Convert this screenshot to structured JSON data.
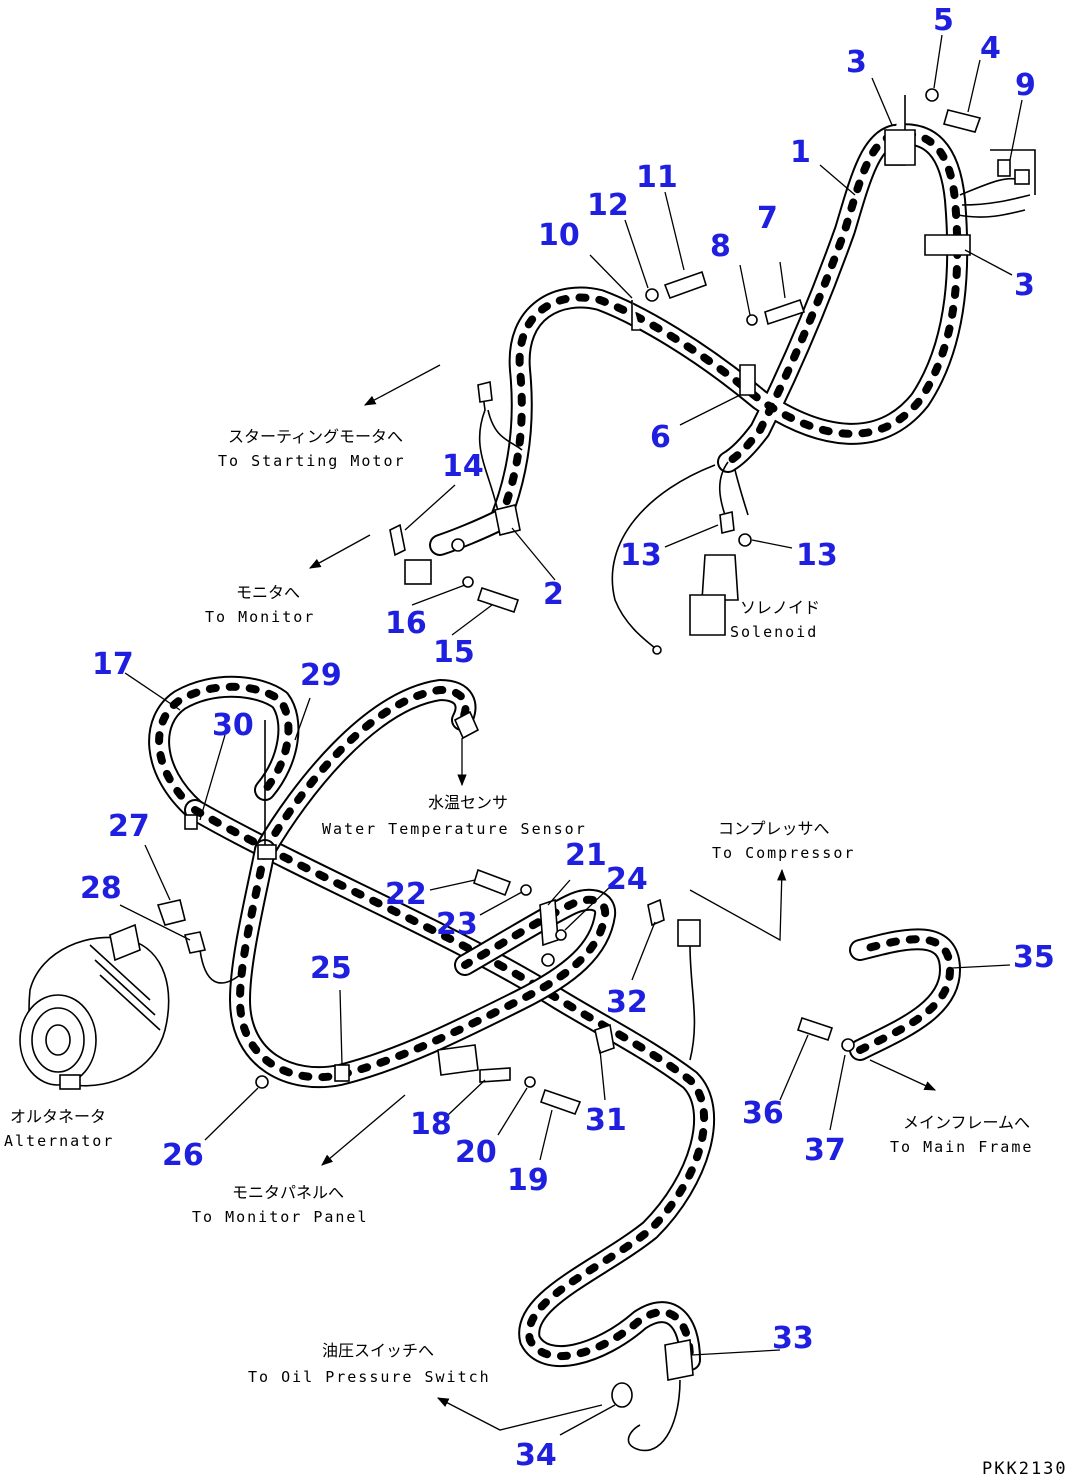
{
  "title_code": "PKK2130",
  "callouts": [
    "1",
    "2",
    "3",
    "3",
    "4",
    "5",
    "6",
    "7",
    "8",
    "9",
    "10",
    "11",
    "12",
    "13",
    "13",
    "14",
    "15",
    "16",
    "17",
    "18",
    "19",
    "20",
    "21",
    "22",
    "23",
    "24",
    "25",
    "26",
    "27",
    "28",
    "29",
    "30",
    "31",
    "32",
    "33",
    "34",
    "35",
    "36",
    "37"
  ],
  "labels": {
    "starting_motor_jp": "スターティングモータへ",
    "starting_motor_en": "To Starting Motor",
    "monitor_jp": "モニタへ",
    "monitor_en": "To Monitor",
    "solenoid_jp": "ソレノイド",
    "solenoid_en": "Solenoid",
    "water_temp_jp": "水温センサ",
    "water_temp_en": "Water Temperature Sensor",
    "compressor_jp": "コンプレッサへ",
    "compressor_en": "To Compressor",
    "alternator_jp": "オルタネータ",
    "alternator_en": "Alternator",
    "monitor_panel_jp": "モニタパネルへ",
    "monitor_panel_en": "To Monitor Panel",
    "main_frame_jp": "メインフレームへ",
    "main_frame_en": "To Main Frame",
    "oil_pressure_jp": "油圧スイッチへ",
    "oil_pressure_en": "To Oil Pressure Switch"
  },
  "colors": {
    "callout": "#1f1fe0",
    "line": "#000000",
    "background": "#ffffff"
  }
}
